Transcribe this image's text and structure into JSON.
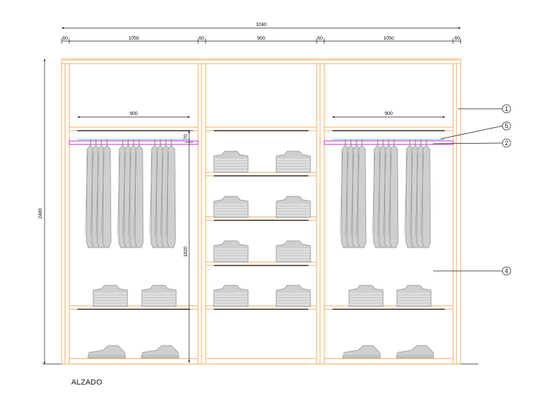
{
  "title": "ALZADO",
  "colors": {
    "carcass": "#f0a860",
    "rod": "#d448d4",
    "rod_light": "#79c9d6",
    "shelf_edge": "#3a2410",
    "dim": "#111111",
    "clothes": "#cfcfcf",
    "clothes_line": "#8a8a8a"
  },
  "dimensions": {
    "overall_width": "3240",
    "side_left": "60",
    "bay_left": "1050",
    "mid_left": "60",
    "bay_center": "900",
    "mid_right": "60",
    "bay_right": "1050",
    "side_right": "60",
    "rail_width_left": "900",
    "rail_width_right": "900",
    "overall_height": "2480",
    "hanging_height": "1820",
    "rod_offset": "70"
  },
  "callouts": [
    "1",
    "5",
    "2",
    "4"
  ],
  "icons": [
    "hanging-jacket-icon",
    "folded-shirt-icon",
    "shoe-icon"
  ]
}
